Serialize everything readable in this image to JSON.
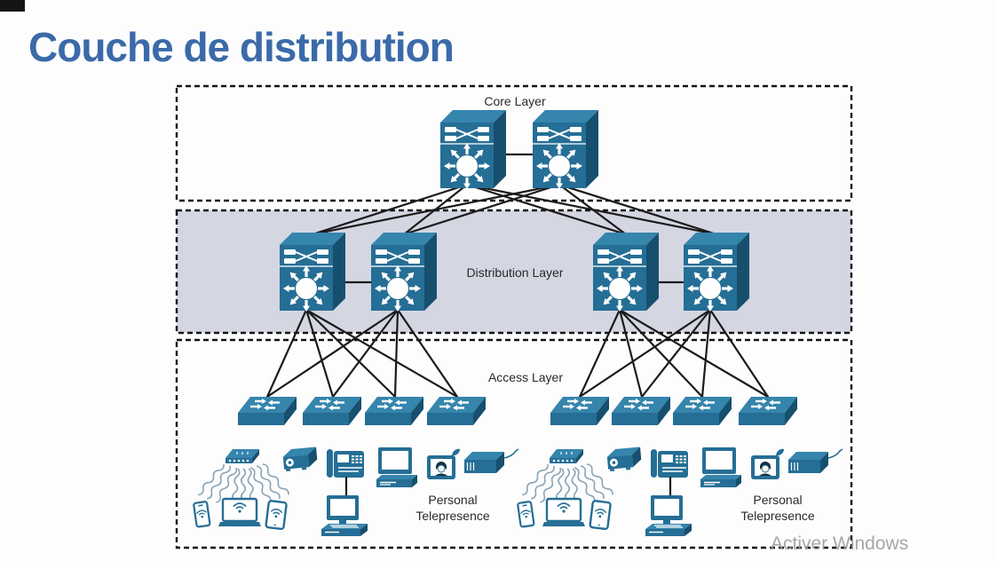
{
  "slide": {
    "title": "Couche de distribution"
  },
  "layers": {
    "core": {
      "label": "Core Layer",
      "switch_count": 2,
      "device_type": "multilayer-switch"
    },
    "distribution": {
      "label": "Distribution Layer",
      "switch_count": 4,
      "device_type": "multilayer-switch"
    },
    "access": {
      "label": "Access Layer",
      "switch_count": 8,
      "device_type": "workgroup-switch"
    }
  },
  "endpoints": {
    "group_count": 2,
    "label_line1": "Personal",
    "label_line2": "Telepresence",
    "devices": [
      "wireless-access-point",
      "smartphone",
      "laptop",
      "tablet",
      "media-appliance",
      "ip-phone",
      "workstation",
      "desktop-computer",
      "telepresence-screen",
      "server-appliance"
    ]
  },
  "watermark": {
    "text": "Activer Windows"
  },
  "colors": {
    "title": "#3b6aa9",
    "switch_front": "#256e95",
    "switch_top": "#3585ad",
    "switch_side": "#174f6e",
    "distribution_band": "#d4d6e2",
    "connection_line": "#1b1b1b",
    "wireless_wave": "#8aa4b8",
    "watermark": "#a9a9a9"
  }
}
